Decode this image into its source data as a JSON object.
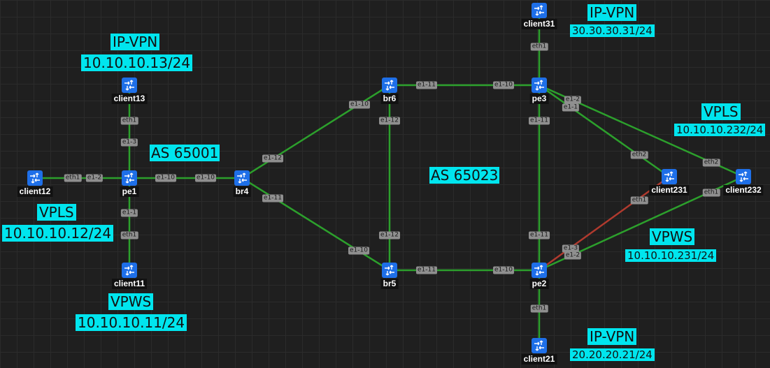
{
  "diagram": {
    "colors": {
      "link_ok": "#2ca02c",
      "link_down": "#b03a2e",
      "label_bg": "#00e5ee",
      "router": "#1e6fe8",
      "background": "#1f1f1f"
    },
    "as_labels": {
      "as1": "AS 65001",
      "as2": "AS 65023"
    },
    "service_labels": {
      "pe1_ipvpn_title": "IP-VPN",
      "pe1_ipvpn_addr": "10.10.10.13/24",
      "pe1_vpls_title": "VPLS",
      "pe1_vpls_addr": "10.10.10.12/24",
      "pe1_vpws_title": "VPWS",
      "pe1_vpws_addr": "10.10.10.11/24",
      "pe3_ipvpn_title": "IP-VPN",
      "pe3_ipvpn_addr": "30.30.30.31/24",
      "pe3_vpls_title": "VPLS",
      "pe3_vpls_addr": "10.10.10.232/24",
      "pe2_vpws_title": "VPWS",
      "pe2_vpws_addr": "10.10.10.231/24",
      "pe2_ipvpn_title": "IP-VPN",
      "pe2_ipvpn_addr": "20.20.20.21/24"
    },
    "nodes": {
      "client13": {
        "name": "client13",
        "icon": "router-icon"
      },
      "client12": {
        "name": "client12",
        "icon": "router-icon"
      },
      "client11": {
        "name": "client11",
        "icon": "router-icon"
      },
      "pe1": {
        "name": "pe1",
        "icon": "router-icon"
      },
      "br4": {
        "name": "br4",
        "icon": "router-icon"
      },
      "br6": {
        "name": "br6",
        "icon": "router-icon"
      },
      "br5": {
        "name": "br5",
        "icon": "router-icon"
      },
      "pe3": {
        "name": "pe3",
        "icon": "router-icon"
      },
      "pe2": {
        "name": "pe2",
        "icon": "router-icon"
      },
      "client31": {
        "name": "client31",
        "icon": "router-icon"
      },
      "client21": {
        "name": "client21",
        "icon": "router-icon"
      },
      "client231": {
        "name": "client231",
        "icon": "router-icon"
      },
      "client232": {
        "name": "client232",
        "icon": "router-icon"
      }
    },
    "ports": {
      "c13_eth1": "eth1",
      "pe1_e13": "e1-3",
      "c12_eth1": "eth1",
      "pe1_e12": "e1-2",
      "pe1_e11": "e1-1",
      "c11_eth1": "eth1",
      "pe1_e110": "e1-10",
      "br4_e110": "e1-10",
      "br4_e112": "e1-12",
      "br6_e110": "e1-10",
      "br4_e111": "e1-11",
      "br5_e110": "e1-10",
      "br6_e111": "e1-11",
      "pe3_e110": "e1-10",
      "br6_e112": "e1-12",
      "br5_e112": "e1-12",
      "br5_e111": "e1-11",
      "pe2_e110": "e1-10",
      "c31_eth1": "eth1",
      "pe3_e111": "e1-11",
      "pe2_e111": "e1-11",
      "pe3_e12": "e1-2",
      "pe3_e11": "e1-1",
      "c232_eth2": "eth2",
      "c231_eth2": "eth2",
      "c231_eth1": "eth1",
      "c232_eth1": "eth1",
      "pe2_e13": "e1-3",
      "pe2_e12": "e1-2",
      "c21_eth1": "eth1"
    }
  }
}
